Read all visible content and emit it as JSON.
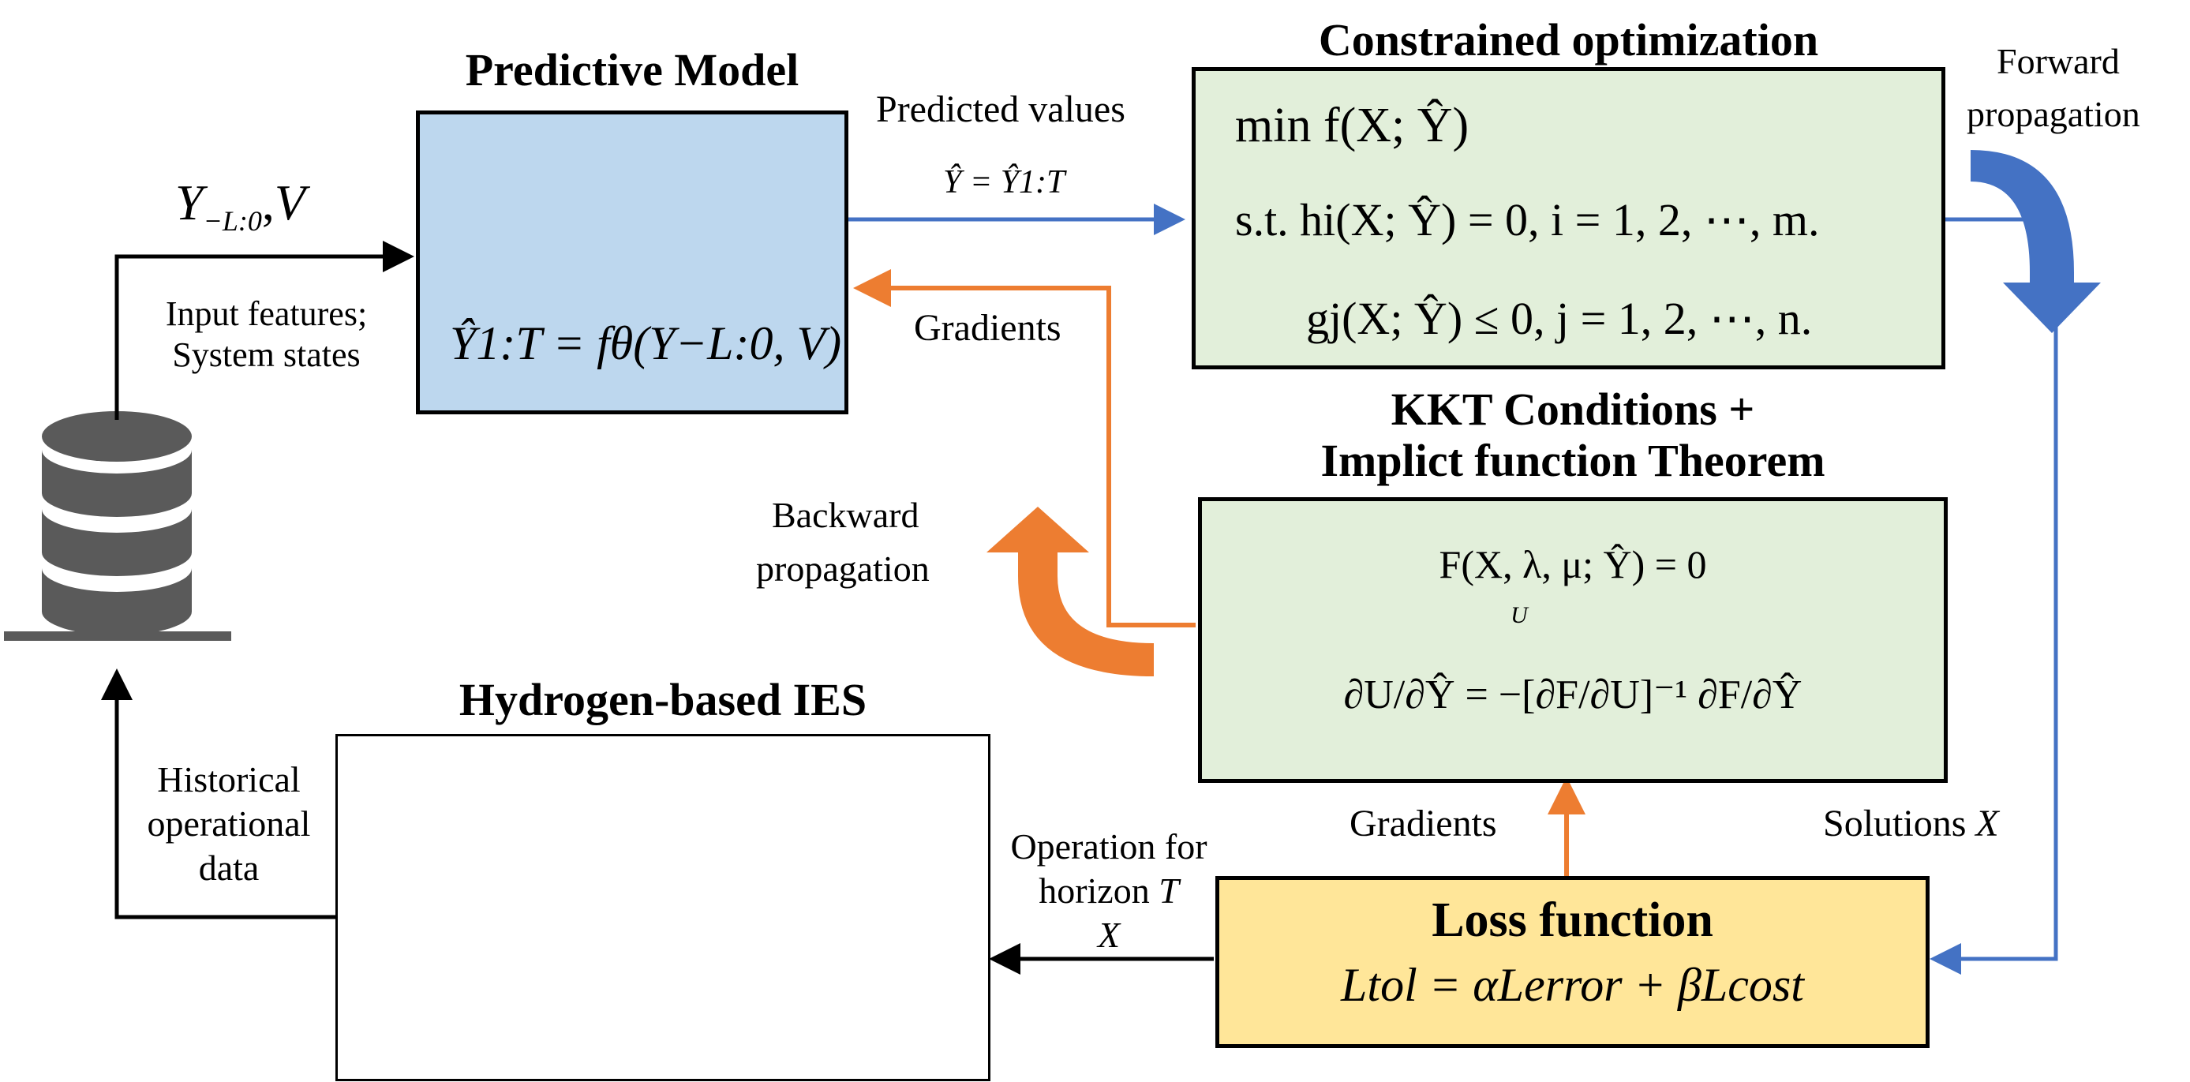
{
  "titles": {
    "predictive_model": "Predictive Model",
    "constrained_optimization": "Constrained optimization",
    "kkt_line1": "KKT Conditions +",
    "kkt_line2": "Implict function Theorem",
    "ies": "Hydrogen-based IES",
    "loss_function": "Loss function"
  },
  "labels": {
    "input_var_y": "Y",
    "input_var_sub": "−L:0",
    "input_var_v": "V",
    "input_features_line1": "Input features;",
    "input_features_line2": "System states",
    "predicted_values": "Predicted values",
    "predicted_formula": "Ŷ = Ŷ1:T",
    "gradients_upper": "Gradients",
    "gradients_lower": "Gradients",
    "forward_line1": "Forward",
    "forward_line2": "propagation",
    "backward_line1": "Backward",
    "backward_line2": "propagation",
    "historical_line1": "Historical",
    "historical_line2": "operational",
    "historical_line3": "data",
    "solutions_text": "Solutions",
    "solutions_var": "X",
    "operation_line1": "Operation for",
    "operation_line2": "horizon",
    "operation_var_t": "T",
    "operation_var_x": "X"
  },
  "formulas": {
    "predictive": "Ŷ1:T = fθ(Y−L:0, V)",
    "objective": "min f(X; Ŷ)",
    "equality": "s.t. hi(X; Ŷ) = 0,    i = 1, 2, ⋯, m.",
    "inequality": "gj(X; Ŷ) ≤ 0,    j = 1, 2, ⋯, n.",
    "kkt_system": "F(X, λ, μ; Ŷ) = 0",
    "kkt_u": "U",
    "implicit_gradient": "∂U/∂Ŷ = −[∂F/∂U]⁻¹ ∂F/∂Ŷ",
    "loss": "Ltol = αLerror + βLcost"
  },
  "colors": {
    "predictive_box": "#bdd7ee",
    "optimization_box": "#e2efda",
    "loss_box": "#ffe699",
    "forward_arrow": "#4472c4",
    "backward_arrow": "#ed7d31",
    "database": "#5a5a5a"
  },
  "icons": [
    "database-icon",
    "neural-network-icon",
    "pv-panel-icon",
    "battery-rack-icon",
    "power-tower-icon",
    "electrolyzer-icon",
    "fuel-cell-icon",
    "cooling-tower-icon",
    "hydrogen-tank-icon",
    "building-icon"
  ]
}
